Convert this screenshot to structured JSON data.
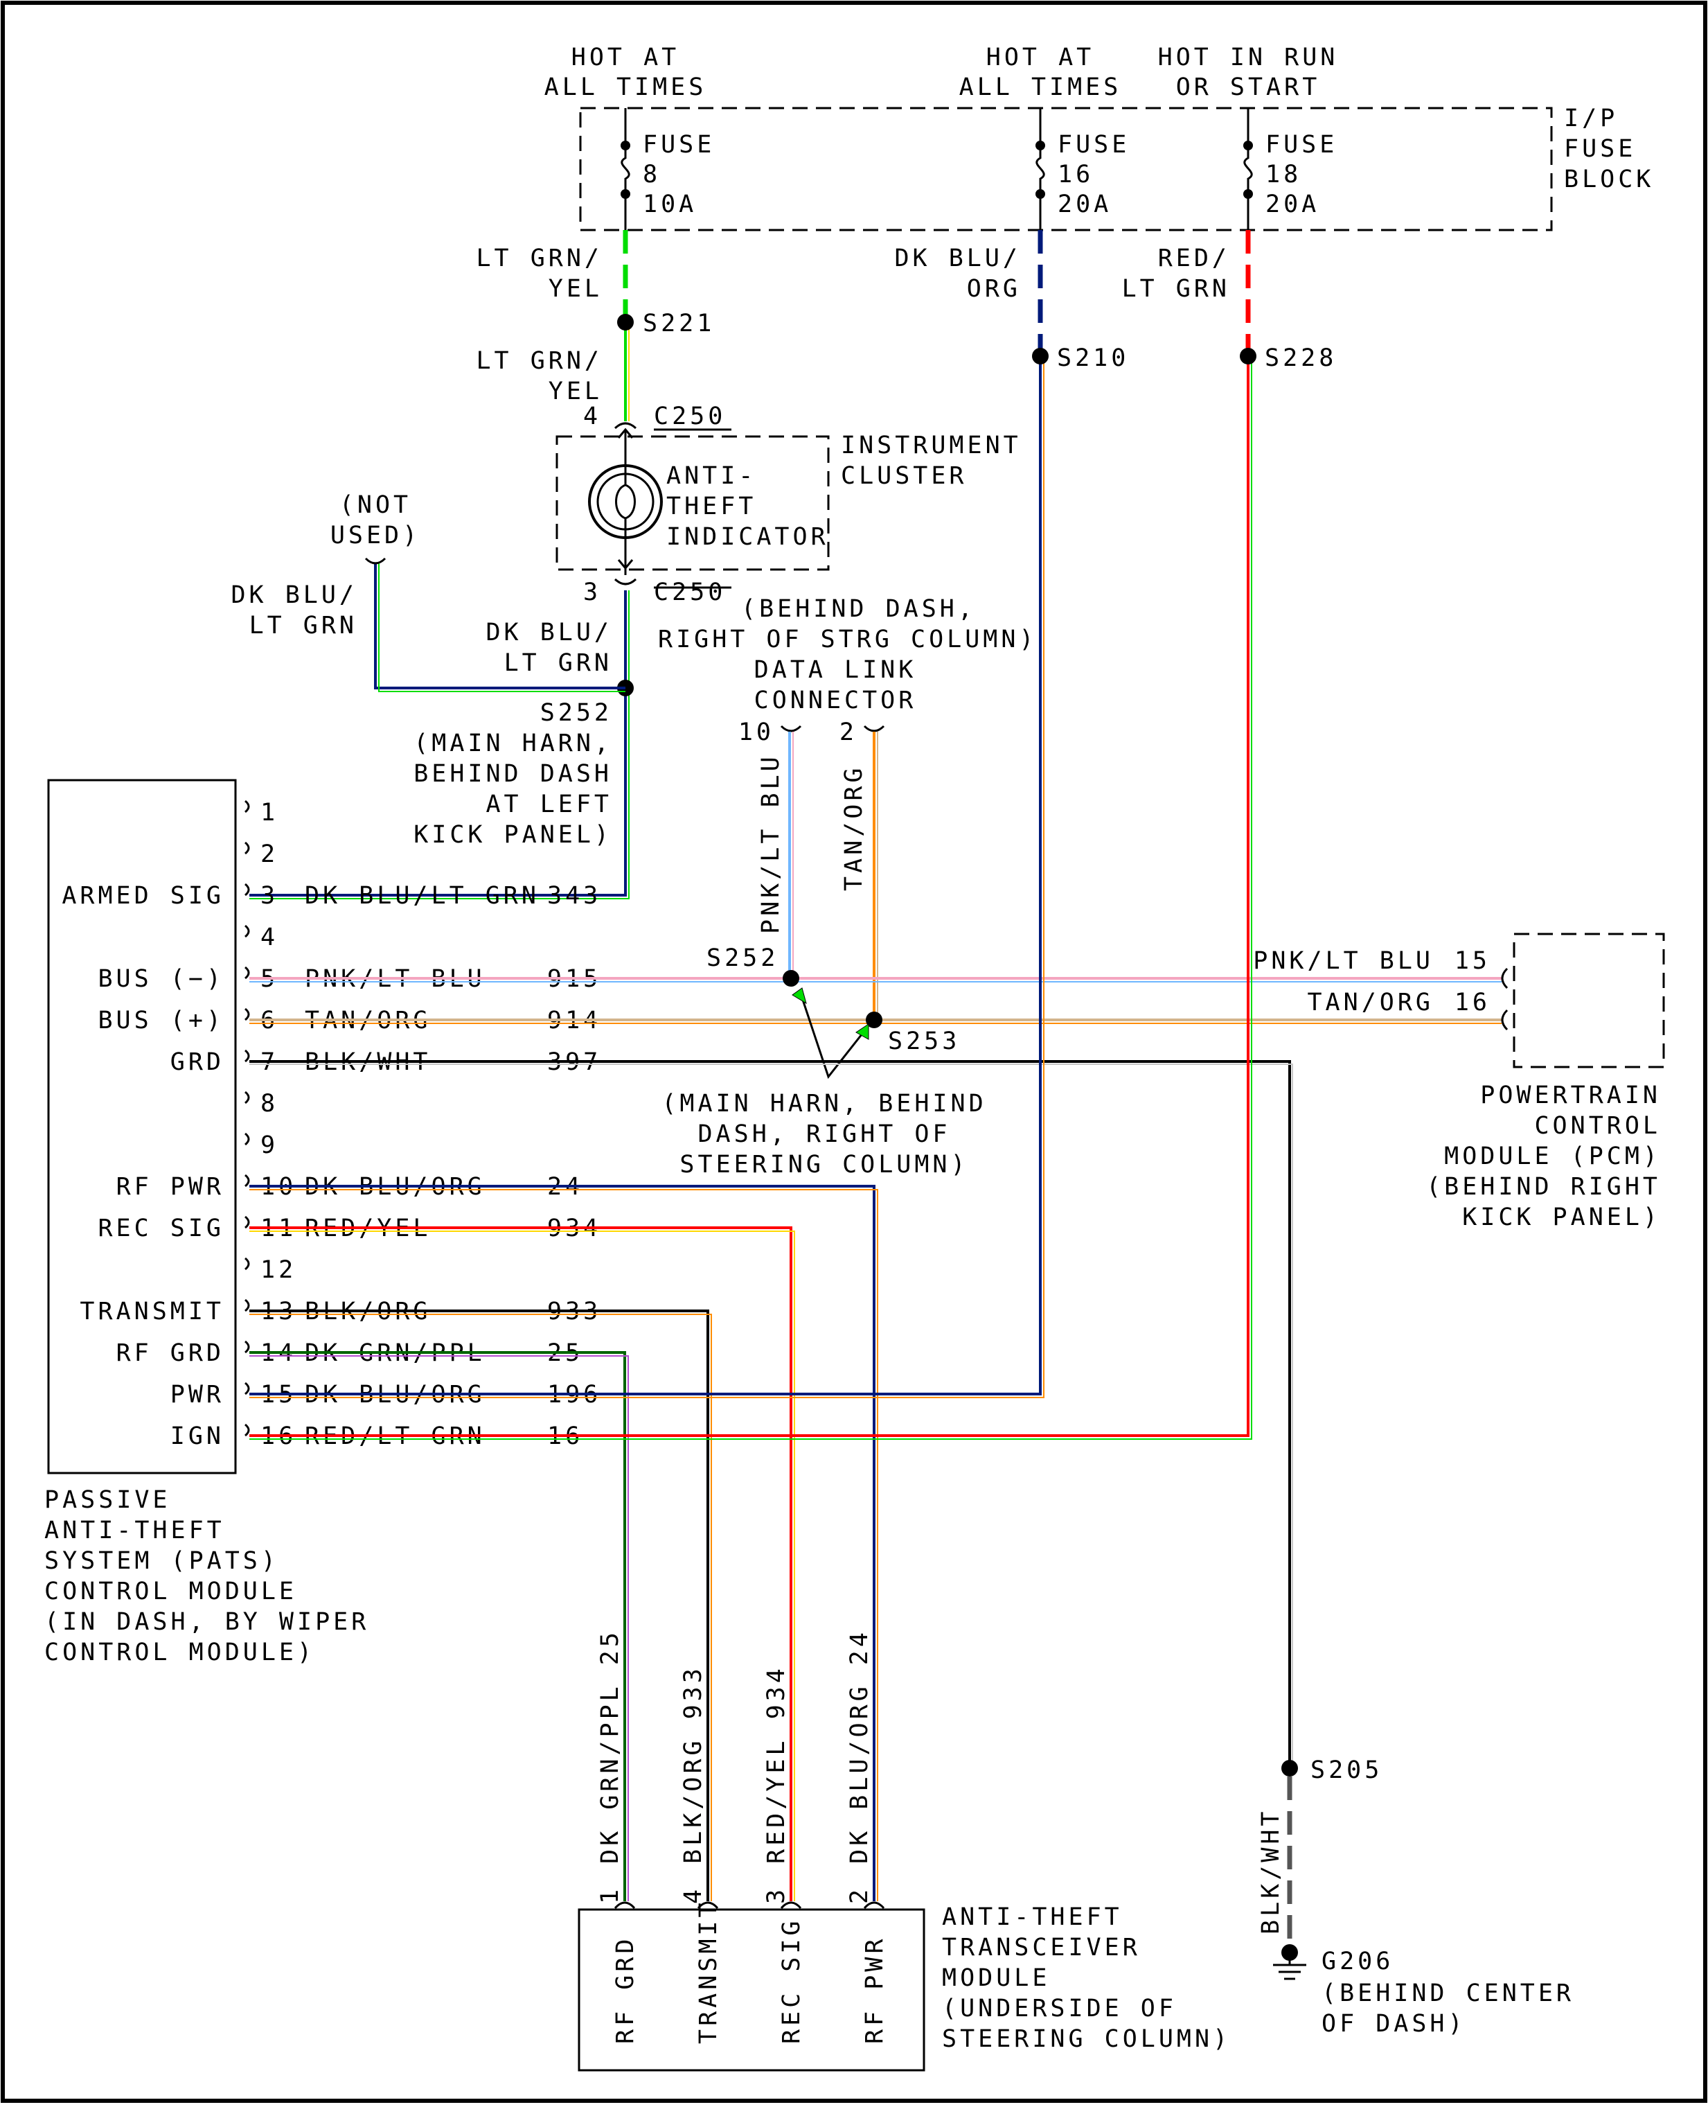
{
  "fuses": [
    {
      "hot": [
        "HOT AT",
        "ALL TIMES"
      ],
      "label": [
        "FUSE",
        "8",
        "10A"
      ]
    },
    {
      "hot": [
        "HOT AT",
        "ALL TIMES"
      ],
      "label": [
        "FUSE",
        "16",
        "20A"
      ]
    },
    {
      "hot": [
        "HOT IN RUN",
        "OR START"
      ],
      "label": [
        "FUSE",
        "18",
        "20A"
      ]
    }
  ],
  "fuse_block": [
    "I/P",
    "FUSE",
    "BLOCK"
  ],
  "wire_labels": {
    "fuse8_top": [
      "LT GRN/",
      "YEL"
    ],
    "fuse8_bottom": [
      "LT GRN/",
      "YEL"
    ],
    "fuse16": [
      "DK BLU/",
      "ORG"
    ],
    "fuse18": [
      "RED/",
      "LT GRN"
    ],
    "not_used_wire": [
      "DK BLU/",
      "LT GRN"
    ],
    "s252_wire": [
      "DK BLU/",
      "LT GRN"
    ],
    "dlc10": "PNK/LT BLU",
    "dlc2": "TAN/ORG"
  },
  "splices": {
    "s221": "S221",
    "s210": "S210",
    "s228": "S228",
    "s252_top": "S252",
    "s252_bus": "S252",
    "s253": "S253",
    "s205": "S205",
    "g206": "G206"
  },
  "connectors": {
    "c250_top_pin": "4",
    "c250_top": "C250",
    "c250_bottom_pin": "3",
    "c250_bottom": "C250",
    "dlc_pin10": "10",
    "dlc_pin2": "2"
  },
  "instrument_cluster": {
    "title": [
      "INSTRUMENT",
      "CLUSTER"
    ],
    "indicator": [
      "ANTI-",
      "THEFT",
      "INDICATOR"
    ]
  },
  "not_used": [
    "(NOT",
    "USED)"
  ],
  "dlc_notes": [
    "(BEHIND DASH,",
    "RIGHT OF STRG COLUMN)",
    "DATA LINK",
    "CONNECTOR"
  ],
  "s252_note": [
    "(MAIN HARN,",
    "BEHIND DASH",
    "AT LEFT",
    "KICK PANEL)"
  ],
  "bus_note": [
    "(MAIN HARN, BEHIND",
    "DASH, RIGHT OF",
    "STEERING COLUMN)"
  ],
  "pats_pins": [
    {
      "pin": "1",
      "name": "",
      "wire": "",
      "circuit": ""
    },
    {
      "pin": "2",
      "name": "",
      "wire": "",
      "circuit": ""
    },
    {
      "pin": "3",
      "name": "ARMED SIG",
      "wire": "DK BLU/LT GRN",
      "circuit": "343"
    },
    {
      "pin": "4",
      "name": "",
      "wire": "",
      "circuit": ""
    },
    {
      "pin": "5",
      "name": "BUS (−)",
      "wire": "PNK/LT BLU",
      "circuit": "915"
    },
    {
      "pin": "6",
      "name": "BUS (+)",
      "wire": "TAN/ORG",
      "circuit": "914"
    },
    {
      "pin": "7",
      "name": "GRD",
      "wire": "BLK/WHT",
      "circuit": "397"
    },
    {
      "pin": "8",
      "name": "",
      "wire": "",
      "circuit": ""
    },
    {
      "pin": "9",
      "name": "",
      "wire": "",
      "circuit": ""
    },
    {
      "pin": "10",
      "name": "RF PWR",
      "wire": "DK BLU/ORG",
      "circuit": "24"
    },
    {
      "pin": "11",
      "name": "REC SIG",
      "wire": "RED/YEL",
      "circuit": "934"
    },
    {
      "pin": "12",
      "name": "",
      "wire": "",
      "circuit": ""
    },
    {
      "pin": "13",
      "name": "TRANSMIT",
      "wire": "BLK/ORG",
      "circuit": "933"
    },
    {
      "pin": "14",
      "name": "RF GRD",
      "wire": "DK GRN/PPL",
      "circuit": "25"
    },
    {
      "pin": "15",
      "name": "PWR",
      "wire": "DK BLU/ORG",
      "circuit": "196"
    },
    {
      "pin": "16",
      "name": "IGN",
      "wire": "RED/LT GRN",
      "circuit": "16"
    }
  ],
  "pats_module": [
    "PASSIVE",
    "ANTI-THEFT",
    "SYSTEM (PATS)",
    "CONTROL MODULE",
    "(IN DASH, BY WIPER",
    "CONTROL MODULE)"
  ],
  "pcm": {
    "pins": [
      {
        "wire": "PNK/LT BLU",
        "pin": "15"
      },
      {
        "wire": "TAN/ORG",
        "pin": "16"
      }
    ],
    "label": [
      "POWERTRAIN",
      "CONTROL",
      "MODULE (PCM)",
      "(BEHIND RIGHT",
      "KICK PANEL)"
    ]
  },
  "transceiver": {
    "pins": [
      {
        "pin": "1",
        "wire": "DK GRN/PPL 25",
        "name": "RF GRD"
      },
      {
        "pin": "4",
        "wire": "BLK/ORG 933",
        "name": "TRANSMIT"
      },
      {
        "pin": "3",
        "wire": "RED/YEL 934",
        "name": "REC SIG"
      },
      {
        "pin": "2",
        "wire": "DK BLU/ORG 24",
        "name": "RF PWR"
      }
    ],
    "label": [
      "ANTI-THEFT",
      "TRANSCEIVER",
      "MODULE",
      "(UNDERSIDE OF",
      "STEERING COLUMN)"
    ]
  },
  "ground_wire": "BLK/WHT",
  "ground_note": [
    "(BEHIND CENTER",
    "OF DASH)"
  ],
  "colors": {
    "lt_grn": "#00dd00",
    "yel": "#ffd700",
    "dk_blu": "#001a7a",
    "org": "#ff8c00",
    "red": "#ff0000",
    "pnk": "#f4a6c0",
    "lt_blu": "#6fb7ff",
    "tan": "#d2b48c",
    "blk": "#000000",
    "wht": "#c8c8c8",
    "dk_grn": "#006400",
    "ppl": "#b44fd0"
  }
}
